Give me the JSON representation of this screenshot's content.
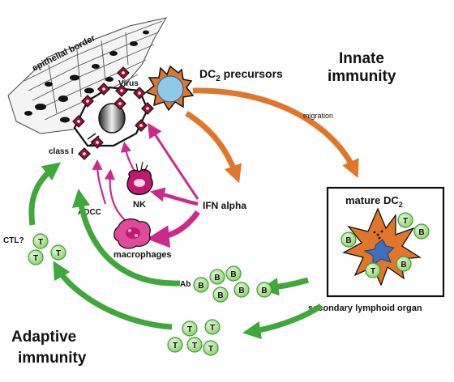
{
  "labels": {
    "epithelial_border": "epithelial border",
    "virus": "Virus",
    "dc2_precursors_prefix": "DC",
    "dc2_precursors_sub": "2",
    "dc2_precursors_suffix": " precursors",
    "innate_line1": "Innate",
    "innate_line2": "immunity",
    "migration": "migration",
    "class_i": "class I",
    "adcc": "ADCC",
    "nk": "NK",
    "ifn_alpha": "IFN alpha",
    "macrophages": "macrophages",
    "mature_prefix": "mature DC",
    "mature_sub": "2",
    "ctl": "CTL?",
    "ab": "Ab",
    "secondary_lymphoid_organ": "secondary lymphoid organ",
    "adaptive_line1": "Adaptive",
    "adaptive_line2": "immunity"
  },
  "cell_letters": {
    "t_cell": "T",
    "b_cell": "B"
  },
  "colors": {
    "green_arrow": "#3fa83a",
    "orange_arrow": "#e0762a",
    "magenta_arrow": "#cc2a8a",
    "cell_green": "#b6e69a",
    "cell_green_stroke": "#3c9a38",
    "dc_orange": "#e0762a",
    "dc_blue": "#8fc9ea",
    "mature_blue": "#3e6fb8",
    "macrophage_pink": "#e04a9a",
    "nk_magenta": "#c0186e",
    "virus_red": "#a01038"
  },
  "icons": [
    "virus-particle-icon",
    "dc2-precursor-cell-icon",
    "mature-dc2-cell-icon",
    "nk-cell-icon",
    "macrophage-icon",
    "t-cell-icon",
    "b-cell-icon"
  ]
}
